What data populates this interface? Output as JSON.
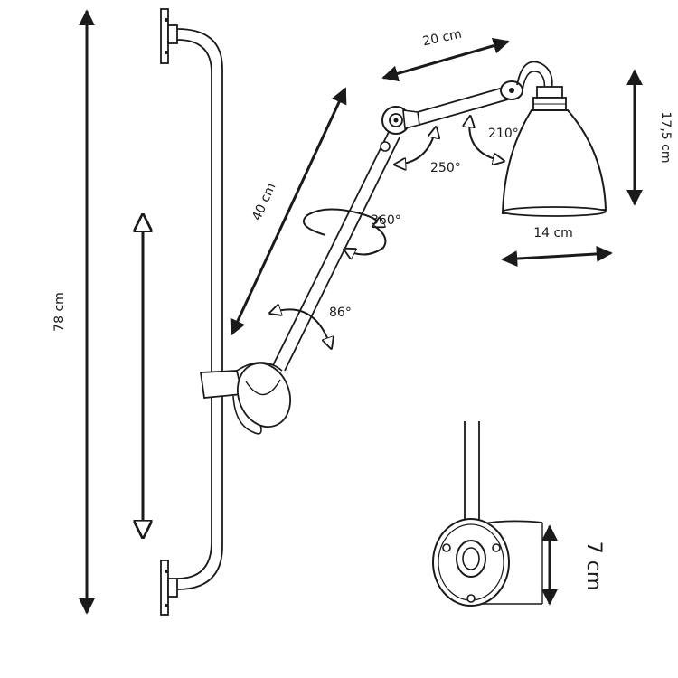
{
  "dimensions": {
    "total_height": "78 cm",
    "arm_length": "40 cm",
    "upper_arm": "20 cm",
    "shade_height": "17,5 cm",
    "shade_width": "14 cm",
    "base_plate": "7 cm"
  },
  "rotations": {
    "base_tilt": "86°",
    "arm_spin": "360°",
    "elbow": "250°",
    "shade_tilt": "210°"
  },
  "colors": {
    "ink": "#1a1a1a",
    "background": "#ffffff"
  }
}
